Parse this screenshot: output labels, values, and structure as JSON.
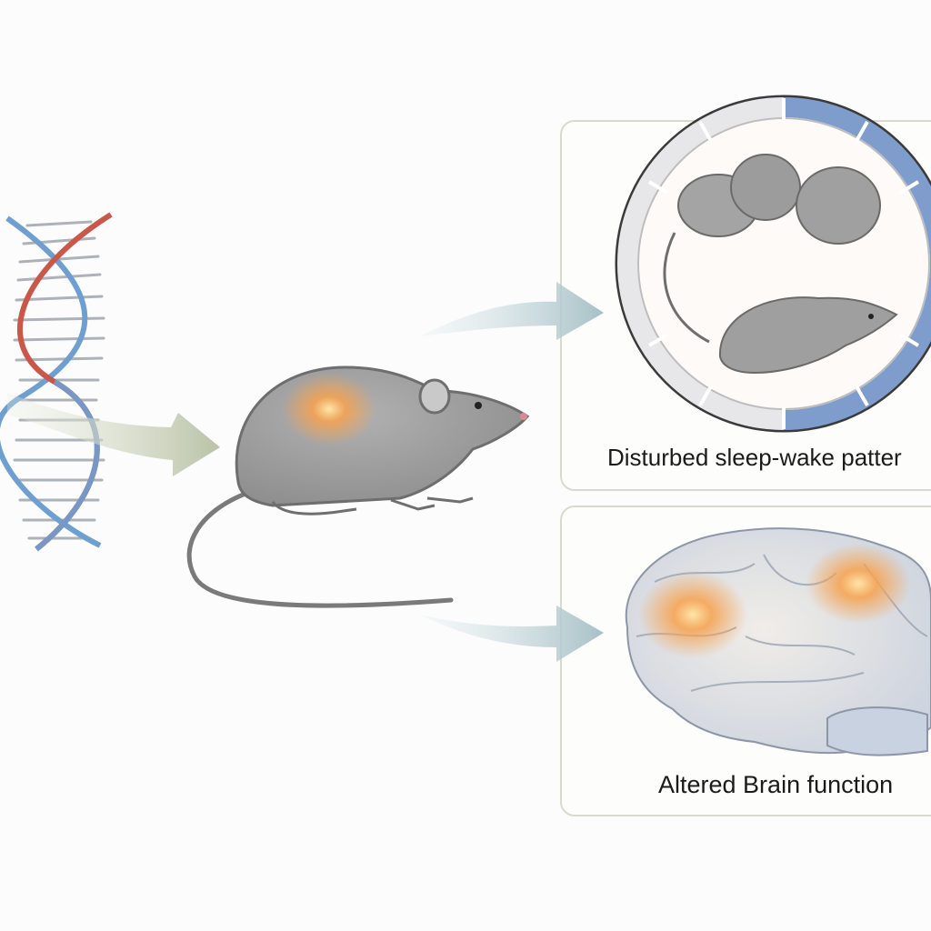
{
  "figure": {
    "panels": [
      {
        "id": "sleep",
        "caption": "Disturbed sleep-wake patter"
      },
      {
        "id": "brain",
        "caption": "Altered Brain function"
      }
    ],
    "icons": [
      "dna-helix-icon",
      "rat-icon",
      "sleep-cycle-clock-icon",
      "brain-icon",
      "arrow-icon"
    ],
    "colors": {
      "dna_red": "#c9574a",
      "dna_blue": "#6f9fd1",
      "rat_fur": "#9a9a9a",
      "glow": "#f39a45",
      "clock_blue": "#7f9dcc",
      "arrow": "#a9c3c8",
      "brain": "#dcdfe6"
    }
  }
}
